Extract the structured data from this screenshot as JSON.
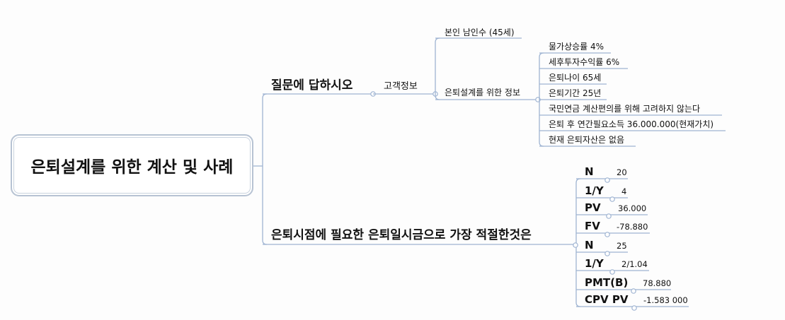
{
  "root": "은퇴설계를 위한 계산 및 사례",
  "branch1": {
    "title": "질문에 답하시오",
    "child": "고객정보",
    "items": [
      {
        "label": "본인 남인수 (45세)"
      },
      {
        "label": "은퇴설계를 위한 정보",
        "items": [
          "물가상승률 4%",
          "세후투자수익률 6%",
          "은퇴나이 65세",
          "은퇴기간 25년",
          "국민연금 계산편의를 위해 고려하지 않는다",
          "은퇴 후 연간필요소득 36.000.000(현재가치)",
          "현재 은퇴자산은 없음"
        ]
      }
    ]
  },
  "branch2": {
    "title": "은퇴시점에 필요한 은퇴일시금으로 가장 적절한것은",
    "items": [
      {
        "label": "N",
        "value": "20"
      },
      {
        "label": "1/Y",
        "value": "4"
      },
      {
        "label": "PV",
        "value": "36.000"
      },
      {
        "label": "FV",
        "value": "-78.880"
      },
      {
        "label": "N",
        "value": "25"
      },
      {
        "label": "1/Y",
        "value": "2/1.04"
      },
      {
        "label": "PMT(B)",
        "value": "78.880"
      },
      {
        "label": "CPV PV",
        "value": "-1.583 000"
      }
    ]
  },
  "colors": {
    "line": "#9fb4d2"
  }
}
